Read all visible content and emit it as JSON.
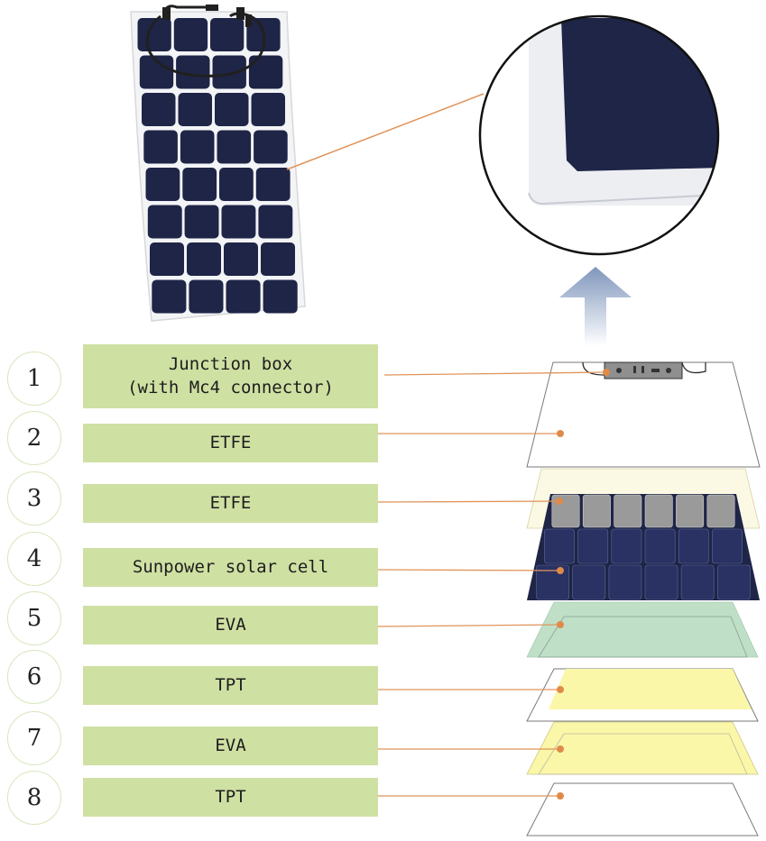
{
  "layers": [
    {
      "number": "1",
      "label_line1": "Junction box",
      "label_line2": "(with Mc4 connector)"
    },
    {
      "number": "2",
      "label_line1": "ETFE"
    },
    {
      "number": "3",
      "label_line1": "ETFE"
    },
    {
      "number": "4",
      "label_line1": "Sunpower solar cell"
    },
    {
      "number": "5",
      "label_line1": "EVA"
    },
    {
      "number": "6",
      "label_line1": "TPT"
    },
    {
      "number": "7",
      "label_line1": "EVA"
    },
    {
      "number": "8",
      "label_line1": "TPT"
    }
  ],
  "colors": {
    "label_fill": "#cfe0a3",
    "circle_border": "#d7e7bb",
    "leader_line": "#e0945a",
    "leader_dot": "#e08a4a",
    "solar_cell": "#1f2547",
    "panel_frame": "#f2f2f2",
    "etfe_cream": "#fbf9e3",
    "eva_green": "#bfe0c7",
    "tpt_yellow": "#fbf7a8",
    "arrow_blue": "#8ea3c4"
  }
}
